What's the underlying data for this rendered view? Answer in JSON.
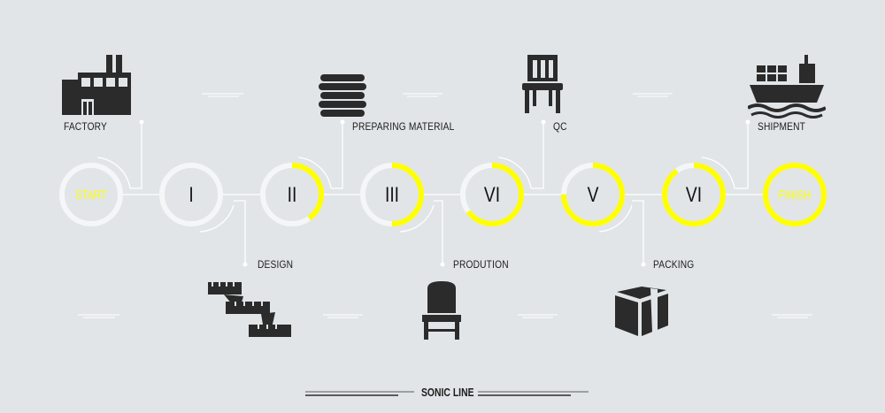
{
  "title": "SONIC LINE",
  "colors": {
    "accent": "#ffff00",
    "track": "#f4f6f7",
    "line": "#ffffff",
    "icon": "#2b2b2b",
    "background": "#e1e5e7"
  },
  "stages": [
    {
      "label": "START",
      "progress": 0
    },
    {
      "label": "I",
      "progress": 0
    },
    {
      "label": "II",
      "progress": 0.4
    },
    {
      "label": "III",
      "progress": 0.5
    },
    {
      "label": "VI",
      "progress": 0.65
    },
    {
      "label": "V",
      "progress": 0.75
    },
    {
      "label": "VI",
      "progress": 0.9
    },
    {
      "label": "FINISH",
      "progress": 1
    }
  ],
  "steps": [
    {
      "label": "FACTORY",
      "icon": "factory-icon"
    },
    {
      "label": "DESIGN",
      "icon": "tape-measure-icon"
    },
    {
      "label": "PREPARING MATERIAL",
      "icon": "material-stack-icon"
    },
    {
      "label": "PRODUTION",
      "icon": "chair-icon"
    },
    {
      "label": "QC",
      "icon": "chair-icon"
    },
    {
      "label": "PACKING",
      "icon": "box-icon"
    },
    {
      "label": "SHIPMENT",
      "icon": "ship-icon"
    }
  ]
}
